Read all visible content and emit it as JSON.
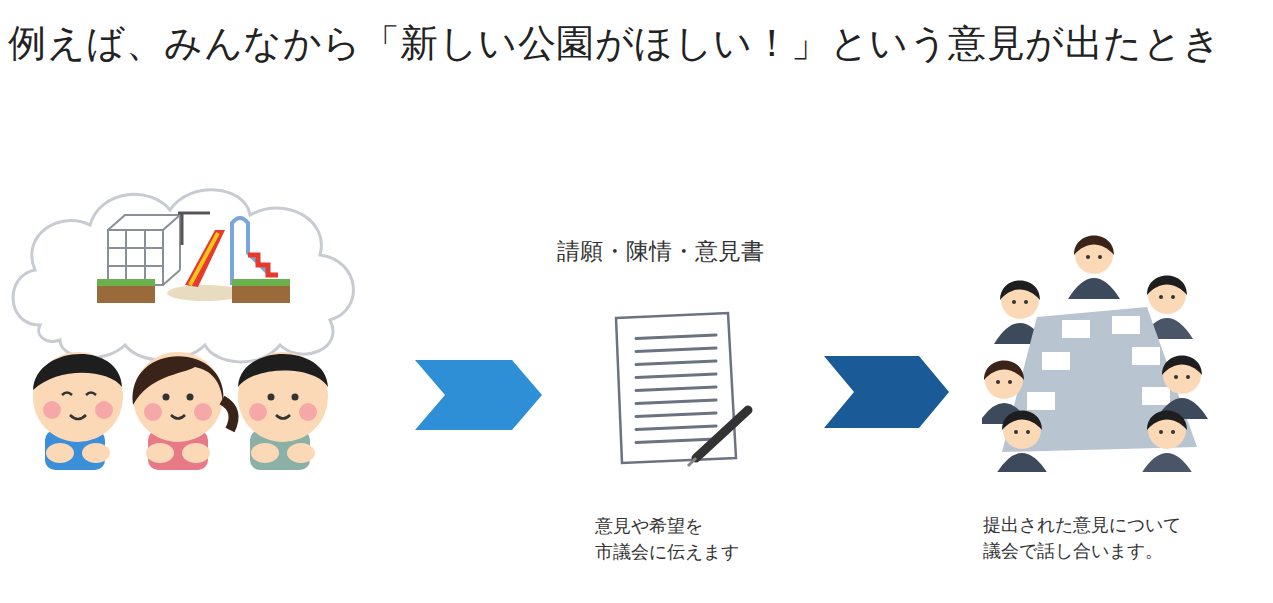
{
  "diagram": {
    "title": "例えば、みんなから「新しい公園がほしい！」という意見が出たとき",
    "nodes": [
      {
        "text": [
          "請願・陳情・意見書",
          "意見や希望を 市議会に伝えます"
        ]
      },
      {
        "text": [
          "提出された意見について 議会で話し合います。"
        ]
      }
    ],
    "edges": [
      {
        "from": 0,
        "to": 1,
        "arrow": "to"
      }
    ]
  }
}
